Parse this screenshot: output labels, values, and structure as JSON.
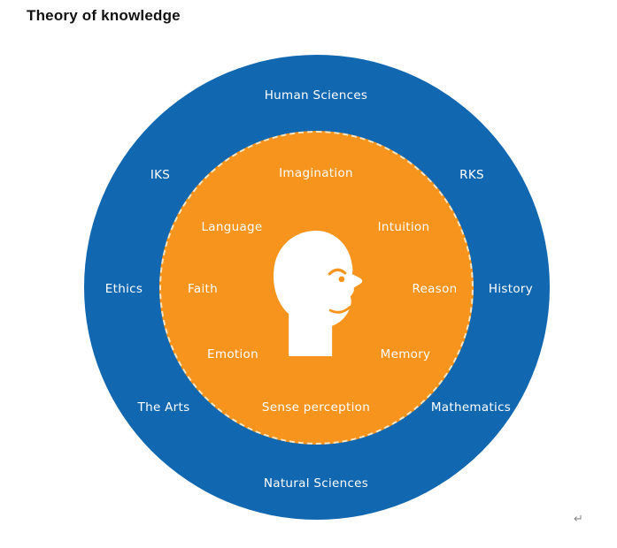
{
  "page": {
    "title": "Theory of knowledge",
    "footer_glyph": "↵"
  },
  "colors": {
    "outer_circle_blue": "#1268b0",
    "inner_circle_orange": "#f7941e",
    "label_text": "#ffffff",
    "title_text": "#121212",
    "inner_dashed_border": "#fff4e0"
  },
  "diagram": {
    "center_icon": "head-profile-icon",
    "outer_labels": [
      {
        "label": "Human Sciences"
      },
      {
        "label": "IKS"
      },
      {
        "label": "RKS"
      },
      {
        "label": "Ethics"
      },
      {
        "label": "History"
      },
      {
        "label": "The Arts"
      },
      {
        "label": "Mathematics"
      },
      {
        "label": "Natural Sciences"
      }
    ],
    "inner_labels": [
      {
        "label": "Imagination"
      },
      {
        "label": "Language"
      },
      {
        "label": "Intuition"
      },
      {
        "label": "Faith"
      },
      {
        "label": "Reason"
      },
      {
        "label": "Emotion"
      },
      {
        "label": "Memory"
      },
      {
        "label": "Sense perception"
      }
    ]
  }
}
